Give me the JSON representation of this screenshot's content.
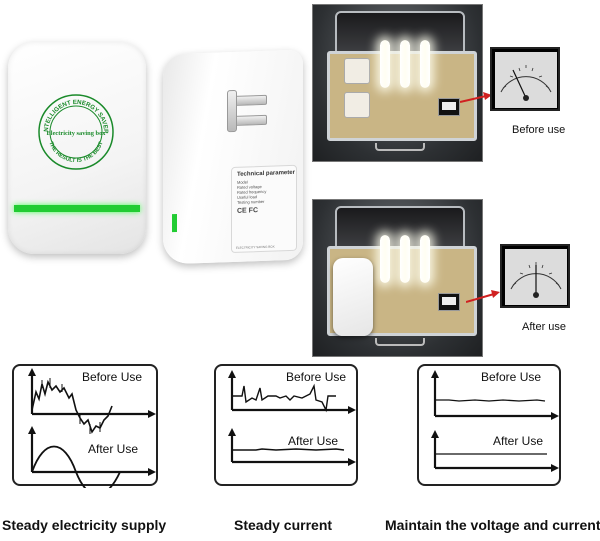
{
  "device_front": {
    "badge_top_text": "INTELLIGENT ENERGY SAVER",
    "badge_center_text": "Electricity saving box",
    "badge_bottom_text": "THE RESULT IS THE BEST",
    "accent_color": "#22cc33"
  },
  "device_side": {
    "label_title": "Technical parameter",
    "label_rows": [
      "Model",
      "Rated voltage",
      "Rated frequency",
      "Useful load",
      "Testing number"
    ],
    "label_marks": "CE  FC",
    "label_footer": "ELECTRICITY SAVING BOX"
  },
  "photos": {
    "before_caption": "Before use",
    "after_caption": "After use"
  },
  "panels": [
    {
      "before_label": "Before Use",
      "after_label": "After Use"
    },
    {
      "before_label": "Before Use",
      "after_label": "After Use"
    },
    {
      "before_label": "Before Use",
      "after_label": "After Use"
    }
  ],
  "bottom_captions": [
    "Steady electricity supply",
    "Steady current",
    "Maintain the voltage and current"
  ],
  "colors": {
    "arrow_red": "#d02020",
    "led_green": "#22cc33"
  }
}
